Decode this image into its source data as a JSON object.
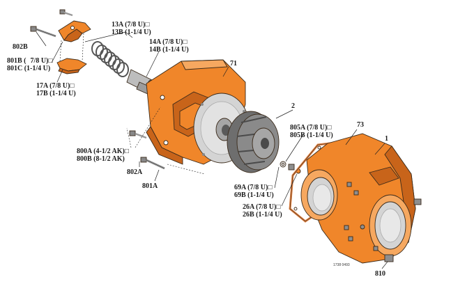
{
  "labels": {
    "l802B": "802B",
    "l801B": "801B (",
    "l801B_mid": "7/8 U)",
    "l801C": "801C (1-1/4 U)",
    "l13A": "13A (7/8 U)",
    "l13B": "13B (1-1/4 U)",
    "l14A": "14A (7/8 U)",
    "l14B": "14B (1-1/4 U)",
    "l17A": "17A (7/8 U)",
    "l17B": "17B (1-1/4 U)",
    "l71": "71",
    "l2": "2",
    "l805A": "805A (7/8 U)",
    "l805B": "805B (1-1/4 U)",
    "l73": "73",
    "l1": "1",
    "l800A": "800A (4-1/2 AK)",
    "l800B": "800B (8-1/2 AK)",
    "l802A": "802A",
    "l801A": "801A",
    "l69A": "69A (7/8 U)",
    "l69B": "69B (1-1/4 U)",
    "l26A": "26A (7/8 U)",
    "l26B": "26B (1-1/4 U)",
    "l810": "810",
    "ref": "1738 0493"
  },
  "colors": {
    "orange": "#f0862a",
    "orange_dark": "#c8641a",
    "orange_light": "#f6a860",
    "gray_light": "#d4d4d4",
    "gray_mid": "#a6a6a6",
    "gray_dark": "#5a5a5a",
    "impeller": "#6e6e6e",
    "line": "#222222"
  }
}
